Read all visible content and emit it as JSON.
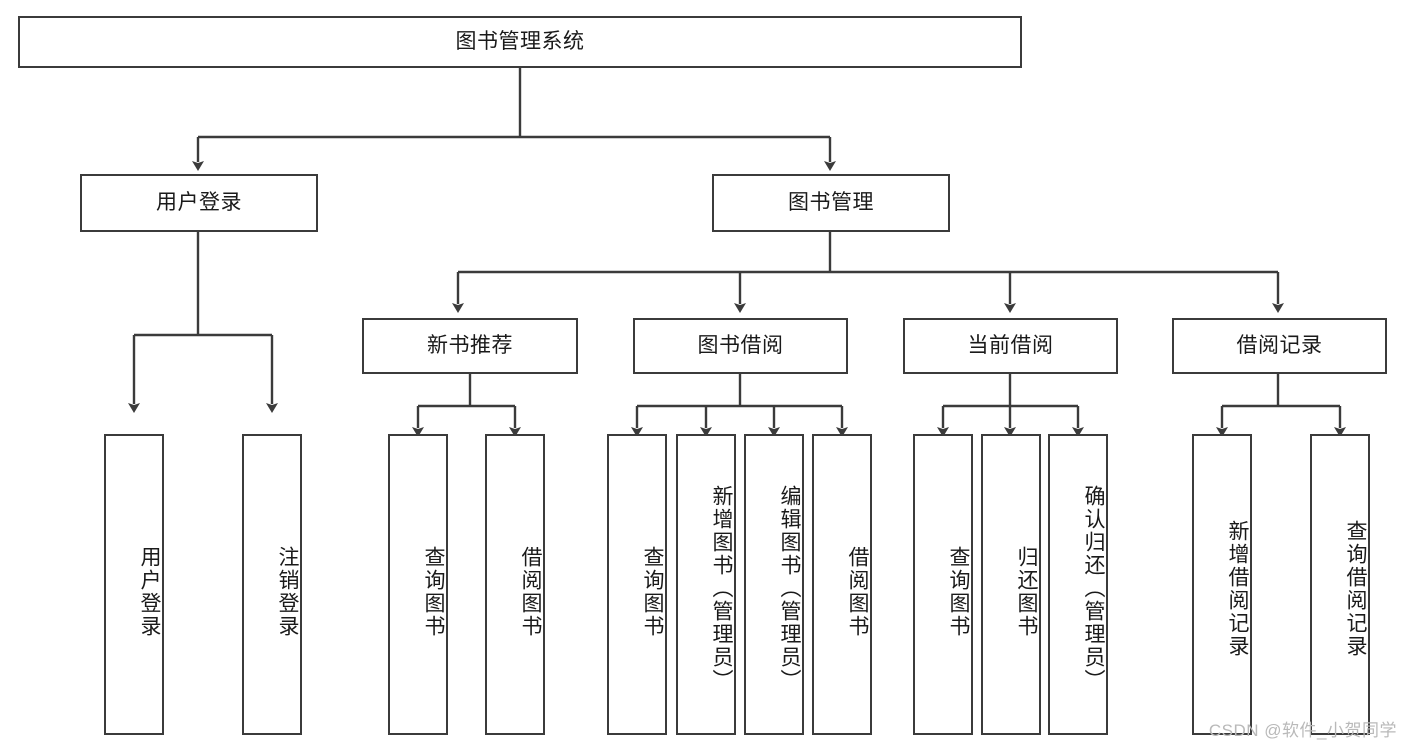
{
  "diagram": {
    "title": "图书管理系统",
    "type": "tree-hierarchy",
    "watermark": "CSDN @软件_小贺同学",
    "stroke_color": "#3b3b3b",
    "fill_color": "#ffffff",
    "text_color": "#1a1a1a"
  },
  "nodes": {
    "root": {
      "label": "图书管理系统"
    },
    "level2": [
      {
        "label": "用户登录"
      },
      {
        "label": "图书管理"
      }
    ],
    "level3": [
      {
        "label": "新书推荐"
      },
      {
        "label": "图书借阅"
      },
      {
        "label": "当前借阅"
      },
      {
        "label": "借阅记录"
      }
    ],
    "leaves": {
      "user_login": [
        {
          "label": "用户登录"
        },
        {
          "label": "注销登录"
        }
      ],
      "new_book_recommend": [
        {
          "label": "查询图书"
        },
        {
          "label": "借阅图书"
        }
      ],
      "book_borrow": [
        {
          "label": "查询图书"
        },
        {
          "label": "新增图书（管理员）"
        },
        {
          "label": "编辑图书（管理员）"
        },
        {
          "label": "借阅图书"
        }
      ],
      "current_borrow": [
        {
          "label": "查询图书"
        },
        {
          "label": "归还图书"
        },
        {
          "label": "确认归还（管理员）"
        }
      ],
      "borrow_records": [
        {
          "label": "新增借阅记录"
        },
        {
          "label": "查询借阅记录"
        }
      ]
    }
  }
}
